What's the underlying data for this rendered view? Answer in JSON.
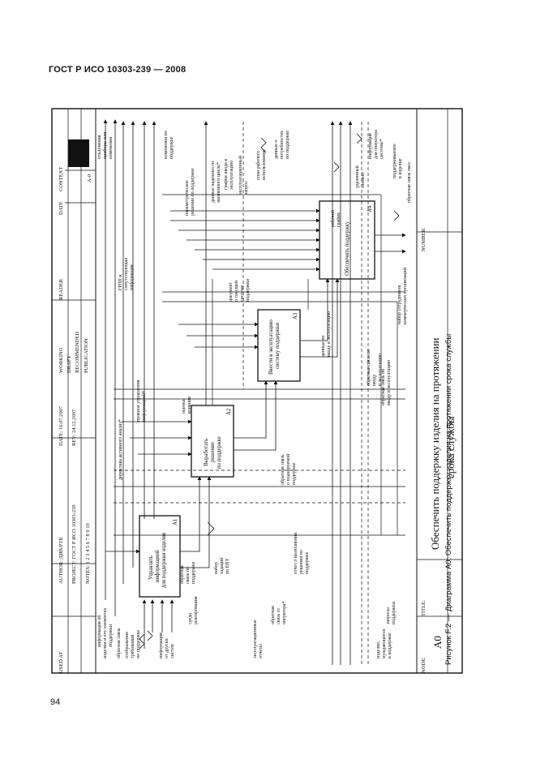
{
  "header": {
    "standard_title": "ГОСТ Р ИСО 10303-239 — 2008"
  },
  "page_number": "94",
  "caption": "Рисунок F.2 — Диаграмма А0: Обеспечить поддержку изделия на протяжении срока службы",
  "form": {
    "used_at": "USED AT",
    "author": "AUTHOR: ДИВ/РТК",
    "project": "PROJECT: ГОСТ Р ИСО 10303-239",
    "notes": "NOTES: 1 2 3 4 5 6 7 8 9 10",
    "date": "DATE: 16.07.2007",
    "rev": "REV: 24.12.2007",
    "working": "WORKING",
    "draft": "DRAFT",
    "recommended": "RECOMMENDED",
    "publication": "PUBLICATION",
    "reader": "READER",
    "date2": "DATE",
    "context": "CONTEXT",
    "context_node": "A-0",
    "node_label": "NODE:",
    "node_value": "A0",
    "title_label": "TITLE:",
    "title_line1": "Обеспечить поддержку изделия на протяжении",
    "title_line2": "срока службы",
    "number_label": "NUMBER:"
  },
  "boxes": [
    {
      "id": "A1",
      "lines": [
        "Управлять",
        "информацией",
        "для поддержки изделия"
      ]
    },
    {
      "id": "A2",
      "lines": [
        "Выработать",
        "решение",
        "по поддержке"
      ]
    },
    {
      "id": "A3",
      "lines": [
        "Ввести в эксплуатацию",
        "систему поддержки"
      ]
    },
    {
      "id": "A4",
      "lines": [
        "Обеспечить поддержку"
      ]
    }
  ],
  "inputs_left": [
    [
      "информация об",
      "изделии и его элементах",
      "поддержки"
    ],
    [
      "обратная связь"
    ],
    [
      "отображение",
      "требований",
      "по поддержке"
    ],
    [
      "информация",
      "от других",
      "систем"
    ],
    [
      "эксплуатационные",
      "отчеты"
    ],
    [
      "изделие,",
      "нуждающееся",
      "в поддержке"
    ]
  ],
  "controls_top": [
    [
      "отклонения",
      "приборы или",
      "изменения"
    ],
    [
      "изменения по",
      "поддержке"
    ],
    [
      "рабочий",
      "график"
    ],
    [
      "информация",
      "для оператора",
      "системы*"
    ],
    [
      "поддерживаемое",
      "в изделие"
    ],
    [
      "удаленный",
      "элемент"
    ]
  ],
  "internal_labels": [
    [
      "директива активного анализ*"
    ],
    [
      "правила управления",
      "информацией*"
    ],
    [
      "оценка",
      "влияния"
    ],
    [
      "параметрическое",
      "решение по поддержке"
    ],
    [
      "данные надежности",
      "жизненного цикла*"
    ],
    [
      "график ввода в",
      "эксплуатацию"
    ],
    [
      "план рабочего",
      "использования"
    ],
    [
      "эксплуатационный",
      "запрос"
    ],
    [
      "данные о",
      "потребностях",
      "по поддержке"
    ],
    [
      "ГРЛП и",
      "сопутствующая",
      "информация"
    ],
    [
      "документ",
      "о текущей",
      "системе",
      "поддержки"
    ],
    [
      "обратная связь",
      "о планируемой",
      "поддержке"
    ],
    [
      "обратная связь по",
      "вводу в эксплуатацию"
    ],
    [
      "данные по",
      "вводу в эксплуатацию"
    ],
    [
      "набор сотрудников",
      "коммерческих организаций"
    ],
    [
      "обратная связь по",
      "вводу",
      "в эксплуатацию"
    ],
    [
      "обратная",
      "связь по",
      "поддержке"
    ],
    [
      "отчет о выполнении",
      "решения по",
      "поддержке"
    ],
    [
      "набор",
      "задаций",
      "по ЕПТ"
    ],
    [
      "среда",
      "реагирования"
    ],
    [
      "обратная",
      "связь от",
      "оператора*"
    ],
    [
      "запросы",
      "поддержки"
    ],
    [
      "обратная связь масс"
    ]
  ]
}
